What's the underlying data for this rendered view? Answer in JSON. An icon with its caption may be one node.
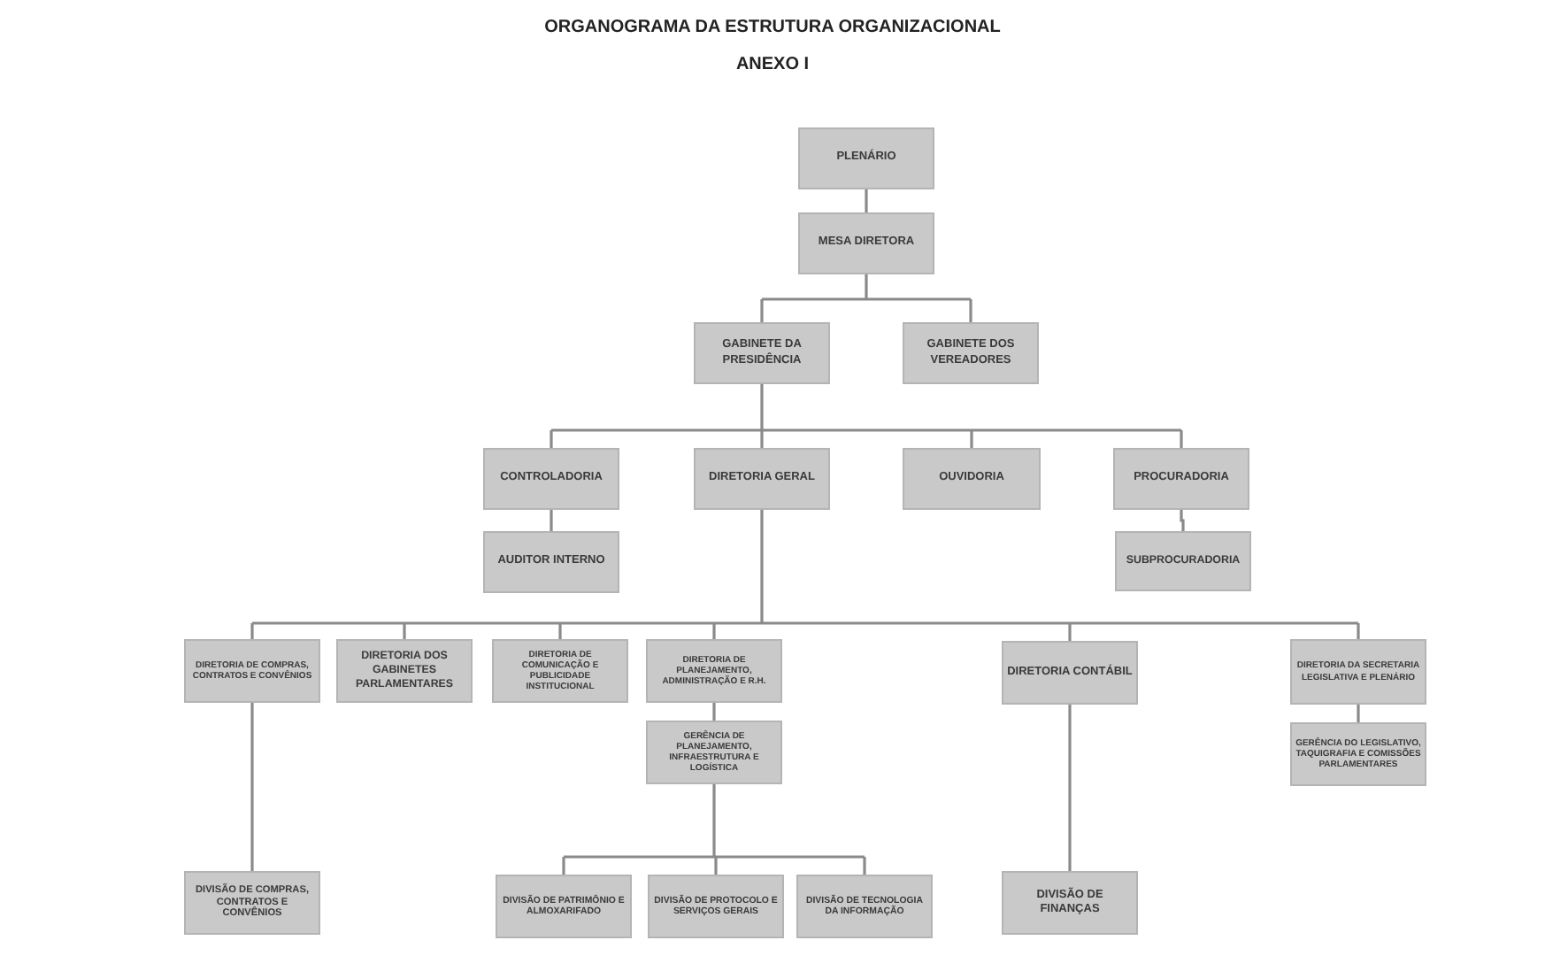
{
  "diagram": {
    "title": "ORGANOGRAMA DA ESTRUTURA ORGANIZACIONAL",
    "nodes": [
      {
        "text": [
          "PLENÁRIO"
        ]
      },
      {
        "text": [
          "MESA DIRETORA"
        ]
      },
      {
        "text": [
          "GABINETE DA PRESIDÊNCIA"
        ]
      },
      {
        "text": [
          "GABINETE DOS VEREADORES"
        ]
      },
      {
        "text": [
          "CONTROLADORIA"
        ]
      },
      {
        "text": [
          "DIRETORIA GERAL"
        ]
      },
      {
        "text": [
          "OUVIDORIA"
        ]
      },
      {
        "text": [
          "PROCURADORIA"
        ]
      },
      {
        "text": [
          "AUDITOR INTERNO"
        ]
      },
      {
        "text": [
          "SUBPROCURADORIA"
        ]
      },
      {
        "text": [
          "DIRETORIA DE COMPRAS, CONTRATOS E CONVÊNIOS"
        ]
      },
      {
        "text": [
          "DIRETORIA DOS GABINETES PARLAMENTARES"
        ]
      },
      {
        "text": [
          "DIRETORIA DE COMUNICAÇÃO E PUBLICIDADE INSTITUCIONAL"
        ]
      },
      {
        "text": [
          "DIRETORIA DE PLANEJAMENTO, ADMINISTRAÇÃO E R.H."
        ]
      },
      {
        "text": [
          "DIRETORIA CONTÁBIL"
        ]
      },
      {
        "text": [
          "DIRETORIA DA SECRETARIA LEGISLATIVA E PLENÁRIO"
        ]
      },
      {
        "text": [
          "GERÊNCIA DE PLANEJAMENTO, INFRAESTRUTURA E LOGÍSTICA"
        ]
      },
      {
        "text": [
          "GERÊNCIA DO LEGISLATIVO, TAQUIGRAFIA E COMISSÕES PARLAMENTARES"
        ]
      },
      {
        "text": [
          "DIVISÃO DE COMPRAS, CONTRATOS E CONVÊNIOS"
        ]
      },
      {
        "text": [
          "DIVISÃO DE PATRIMÔNIO E ALMOXARIFADO"
        ]
      },
      {
        "text": [
          "DIVISÃO DE PROTOCOLO E SERVIÇOS GERAIS"
        ]
      },
      {
        "text": [
          "DIVISÃO DE TECNOLOGIA DA INFORMAÇÃO"
        ]
      },
      {
        "text": [
          "DIVISÃO DE FINANÇAS"
        ]
      }
    ],
    "edges": [
      {
        "from": 0,
        "to": 1,
        "arrow": "none"
      },
      {
        "from": 1,
        "to": 2,
        "arrow": "none"
      },
      {
        "from": 1,
        "to": 3,
        "arrow": "none"
      },
      {
        "from": 2,
        "to": 4,
        "arrow": "none"
      },
      {
        "from": 2,
        "to": 5,
        "arrow": "none"
      },
      {
        "from": 2,
        "to": 6,
        "arrow": "none"
      },
      {
        "from": 2,
        "to": 7,
        "arrow": "none"
      },
      {
        "from": 4,
        "to": 8,
        "arrow": "none"
      },
      {
        "from": 7,
        "to": 9,
        "arrow": "none"
      },
      {
        "from": 5,
        "to": 10,
        "arrow": "none"
      },
      {
        "from": 5,
        "to": 11,
        "arrow": "none"
      },
      {
        "from": 5,
        "to": 12,
        "arrow": "none"
      },
      {
        "from": 5,
        "to": 13,
        "arrow": "none"
      },
      {
        "from": 5,
        "to": 14,
        "arrow": "none"
      },
      {
        "from": 5,
        "to": 15,
        "arrow": "none"
      },
      {
        "from": 13,
        "to": 16,
        "arrow": "none"
      },
      {
        "from": 15,
        "to": 17,
        "arrow": "none"
      },
      {
        "from": 10,
        "to": 18,
        "arrow": "none"
      },
      {
        "from": 16,
        "to": 19,
        "arrow": "none"
      },
      {
        "from": 16,
        "to": 20,
        "arrow": "none"
      },
      {
        "from": 16,
        "to": 21,
        "arrow": "none"
      },
      {
        "from": 14,
        "to": 22,
        "arrow": "none"
      }
    ],
    "labels": [
      "ANEXO I"
    ]
  }
}
